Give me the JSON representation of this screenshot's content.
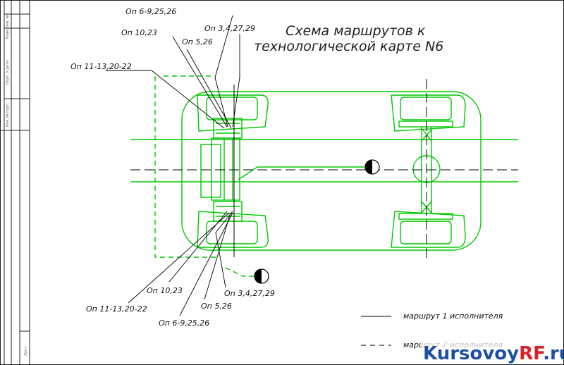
{
  "title": {
    "line1": "Схема маршрутов к",
    "line2": "технологической карте N6"
  },
  "labels": {
    "top": {
      "op_6_9": "Оп 6-9,25,26",
      "op_10": "Оп 10,23",
      "op_3_4": "Оп 3,4,27,29",
      "op_5": "Оп 5,26",
      "op_11_13": "Оп 11-13,20-22"
    },
    "bottom": {
      "op_10": "Оп 10,23",
      "op_3_4": "Оп 3,4,27,29",
      "op_11_13": "Оп 11-13,20-22",
      "op_5": "Оп 5,26",
      "op_6_9": "Оп 6-9,25,26"
    }
  },
  "legend": {
    "route1": "маршрут 1 исполнителя",
    "route2": "маршрут 2 исполнителя"
  },
  "frame": {
    "side_text_1": "Инв. № подл.",
    "side_text_2": "Подп. и дата",
    "side_text_3": "Взам. инв. №",
    "stamp": "Лист"
  },
  "watermark": {
    "part1": "Kursovoy",
    "part2": "RF",
    "part3": ".ru"
  },
  "colors": {
    "green": "#00c800",
    "black": "#000000",
    "watermark_blue": "#1f4fa3",
    "watermark_red": "#d8232a"
  }
}
